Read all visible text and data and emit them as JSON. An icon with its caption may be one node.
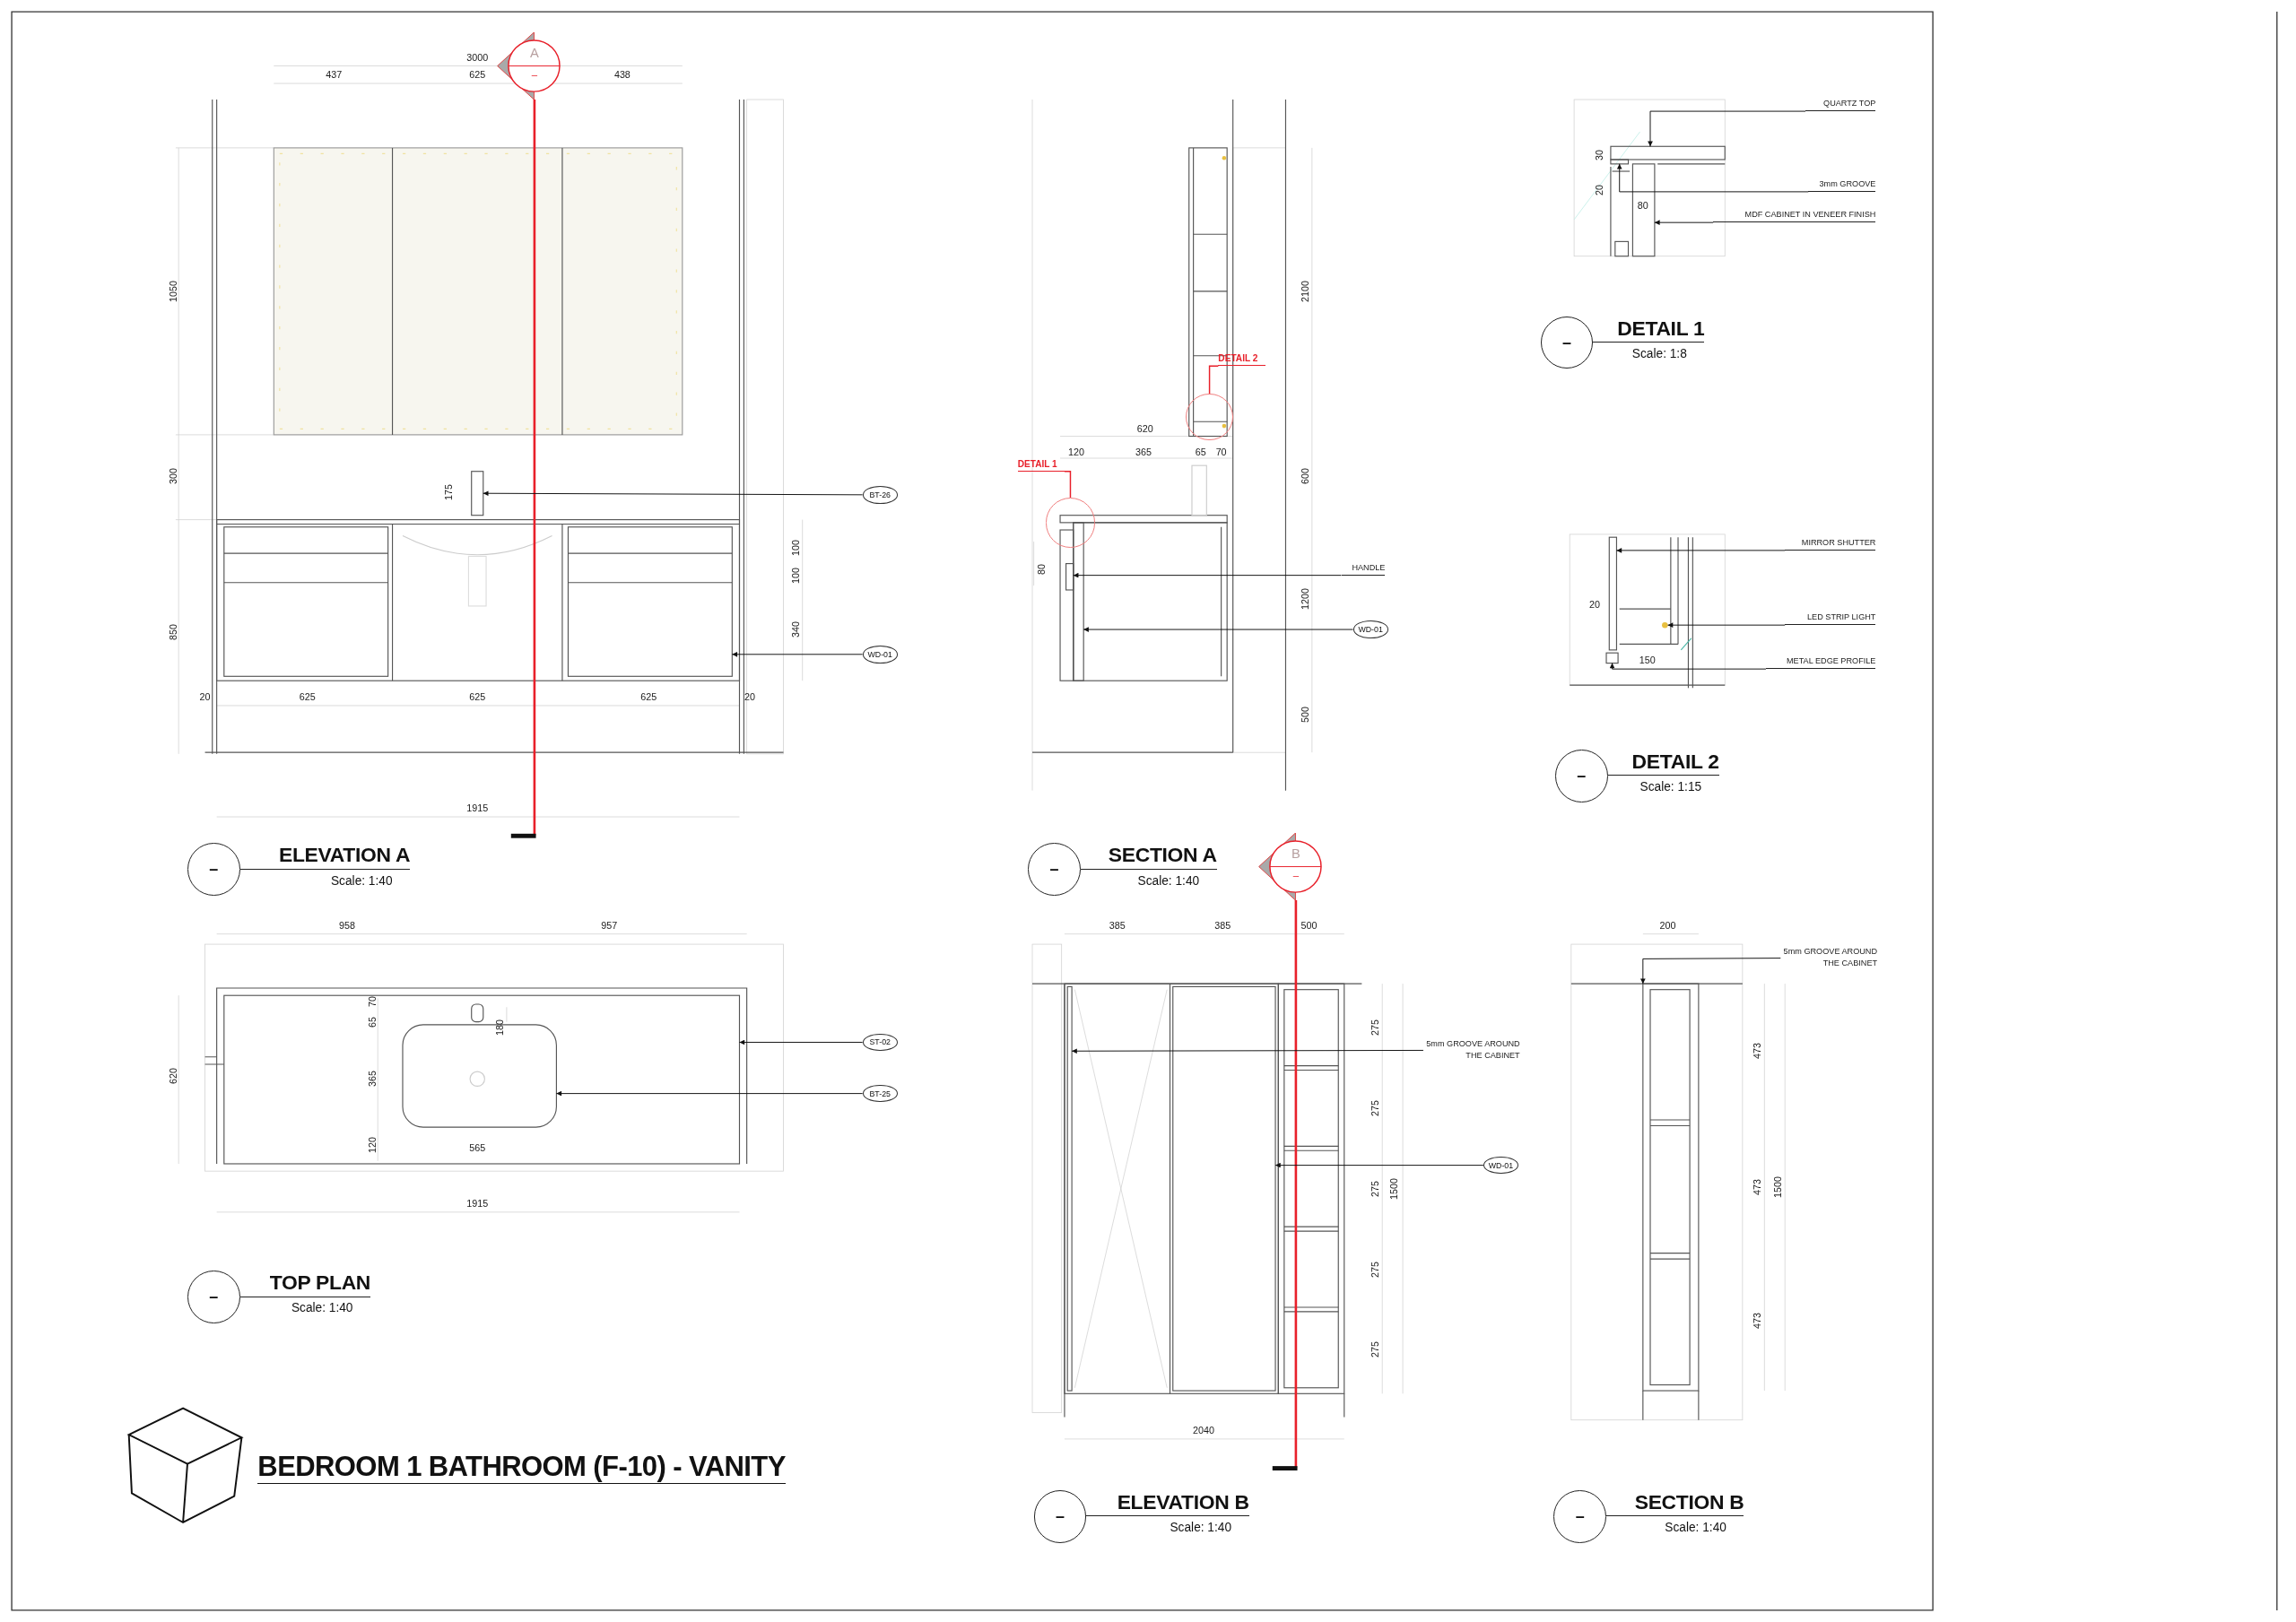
{
  "diagram": {
    "title": "BEDROOM 1 BATHROOM (F-10) - VANITY",
    "nodes": [
      {
        "text": [
          "A",
          "–"
        ]
      },
      {
        "text": [
          "BT-26"
        ]
      },
      {
        "text": [
          "WD-01"
        ]
      },
      {
        "text": [
          "–"
        ],
        "beside": [
          "ELEVATION A",
          "Scale: 1:40"
        ]
      },
      {
        "text": [
          "DETAIL 2"
        ]
      },
      {
        "text": [],
        "shape": "circle"
      },
      {
        "text": [
          "DETAIL 1"
        ]
      },
      {
        "text": [],
        "shape": "circle"
      },
      {
        "text": [
          "HANDLE"
        ]
      },
      {
        "text": [
          "WD-01"
        ]
      },
      {
        "text": [
          "–"
        ],
        "beside": [
          "SECTION A",
          "Scale: 1:40"
        ]
      },
      {
        "text": [
          "B",
          "–"
        ]
      },
      {
        "text": [
          "QUARTZ TOP"
        ]
      },
      {
        "text": [
          "3mm GROOVE"
        ]
      },
      {
        "text": [
          "MDF CABINET IN VENEER FINISH"
        ]
      },
      {
        "text": [
          "–"
        ],
        "beside": [
          "DETAIL 1",
          "Scale: 1:8"
        ]
      },
      {
        "text": [
          "MIRROR SHUTTER"
        ]
      },
      {
        "text": [
          "LED STRIP LIGHT"
        ]
      },
      {
        "text": [
          "METAL EDGE PROFILE"
        ]
      },
      {
        "text": [
          "–"
        ],
        "beside": [
          "DETAIL 2",
          "Scale: 1:15"
        ]
      },
      {
        "text": [
          "ST-02"
        ]
      },
      {
        "text": [
          "BT-25"
        ]
      },
      {
        "text": [
          "–"
        ],
        "beside": [
          "TOP PLAN",
          "Scale: 1:40"
        ]
      },
      {
        "text": [
          "5mm GROOVE AROUND THE CABINET"
        ]
      },
      {
        "text": [
          "WD-01"
        ]
      },
      {
        "text": [
          "–"
        ],
        "beside": [
          "ELEVATION B",
          "Scale: 1:40"
        ]
      },
      {
        "text": [
          "5mm GROOVE AROUND THE CABINET"
        ]
      },
      {
        "text": [
          "–"
        ],
        "beside": [
          "SECTION B",
          "Scale: 1:40"
        ]
      },
      {
        "text": [],
        "shape": "box"
      },
      {
        "text": [],
        "shape": "box"
      },
      {
        "text": [],
        "shape": "box"
      },
      {
        "text": [],
        "shape": "box"
      },
      {
        "text": [],
        "shape": "box"
      },
      {
        "text": [],
        "shape": "box"
      },
      {
        "text": [],
        "shape": "box"
      },
      {
        "text": [],
        "shape": "box"
      },
      {
        "text": [],
        "shape": "circle"
      },
      {
        "text": [],
        "shape": "box"
      },
      {
        "text": [],
        "shape": "box"
      },
      {
        "text": [],
        "shape": "box",
        "in": 38
      },
      {
        "text": [],
        "shape": "box"
      },
      {
        "text": [],
        "shape": "box"
      },
      {
        "text": [],
        "shape": "box"
      }
    ],
    "edges": [
      {
        "from": 1,
        "to": 28,
        "arrow": "to"
      },
      {
        "from": 2,
        "to": 29,
        "arrow": "to"
      },
      {
        "from": 4,
        "to": 5,
        "arrow": "none",
        "color": "#e8202a"
      },
      {
        "from": 6,
        "to": 7,
        "arrow": "none",
        "color": "#e8202a"
      },
      {
        "from": 8,
        "to": 30,
        "arrow": "to"
      },
      {
        "from": 9,
        "to": 31,
        "arrow": "to"
      },
      {
        "from": 12,
        "to": 32,
        "arrow": "to"
      },
      {
        "from": 13,
        "to": 33,
        "arrow": "to"
      },
      {
        "from": 14,
        "to": 34,
        "arrow": "to"
      },
      {
        "from": 16,
        "to": 35,
        "arrow": "to"
      },
      {
        "from": 17,
        "to": 36,
        "arrow": "to"
      },
      {
        "from": 18,
        "to": 37,
        "arrow": "to"
      },
      {
        "from": 20,
        "to": 38,
        "arrow": "to"
      },
      {
        "from": 21,
        "to": 39,
        "arrow": "to"
      },
      {
        "from": 23,
        "to": 40,
        "arrow": "to"
      },
      {
        "from": 24,
        "to": 41,
        "arrow": "to"
      },
      {
        "from": 26,
        "to": 42,
        "arrow": "to"
      }
    ],
    "labels": [
      "3000",
      "437",
      "625",
      "438",
      "1050",
      "300",
      "175",
      "100",
      "100",
      "850",
      "340",
      "20",
      "625",
      "625",
      "625",
      "20",
      "1915",
      "2100",
      "620",
      "120",
      "365",
      "65",
      "70",
      "600",
      "80",
      "1200",
      "500",
      "30",
      "20",
      "80",
      "20",
      "150",
      "958",
      "957",
      "70",
      "65",
      "180",
      "620",
      "365",
      "120",
      "565",
      "1915",
      "385",
      "385",
      "500",
      "275",
      "275",
      "275",
      "1500",
      "275",
      "275",
      "2040",
      "200",
      "473",
      "473",
      "1500",
      "473"
    ]
  }
}
